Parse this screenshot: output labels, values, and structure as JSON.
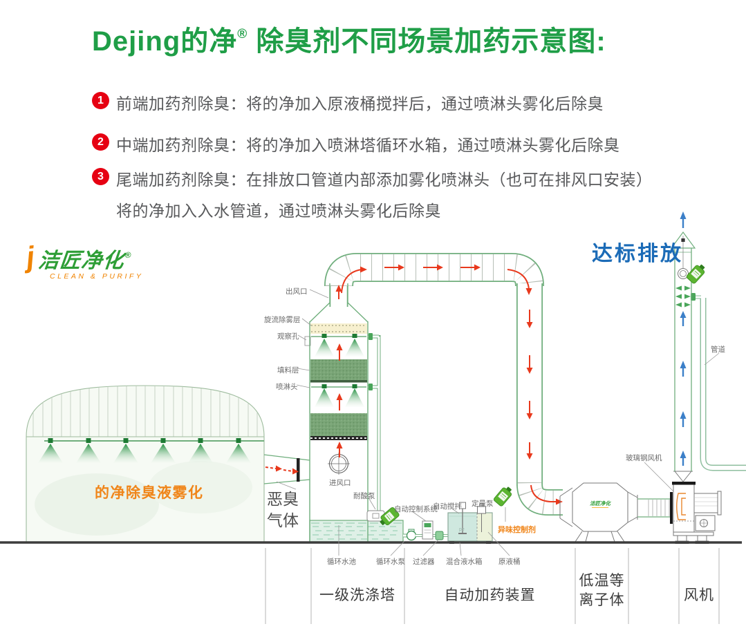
{
  "page": {
    "title_brand": "Dejing的净",
    "title_reg": "®",
    "title_rest": " 除臭剂不同场景加药示意图:"
  },
  "bullets": [
    {
      "num": "1",
      "text": "前端加药剂除臭：将的净加入原液桶搅拌后，通过喷淋头雾化后除臭"
    },
    {
      "num": "2",
      "text": "中端加药剂除臭：将的净加入喷淋塔循环水箱，通过喷淋头雾化后除臭"
    },
    {
      "num": "3",
      "text": "尾端加药剂除臭：在排放口管道内部添加雾化喷淋头（也可在排风口安装）",
      "text2": "将的净加入入水管道，通过喷淋头雾化后除臭"
    }
  ],
  "logo": {
    "mark": "j",
    "name": "洁匠净化",
    "reg": "®",
    "tagline": "CLEAN & PURIFY"
  },
  "banner": {
    "emission": "达标排放"
  },
  "greenhouse": {
    "caption": "的净除臭液雾化",
    "gas": "恶臭气体"
  },
  "tower": {
    "outlet": "出风口",
    "demister": "旋流除雾层",
    "porthole": "观察孔",
    "packing": "填料层",
    "spray": "喷淋头",
    "inlet": "进风口"
  },
  "dosing": {
    "acid_pump": "耐酸泵",
    "control": "自动控制系统",
    "stirrer": "自动搅拌",
    "metering": "定量泵",
    "agent": "异味控制剂",
    "pool": "循环水池",
    "pump": "循环水泵",
    "filter": "过滤器",
    "tank": "混合液水箱",
    "barrel": "原液桶",
    "tank_mark": "pe"
  },
  "right": {
    "fan_label": "玻璃钢风机",
    "pipe": "管道",
    "device_logo": "洁匠净化"
  },
  "sections": {
    "tower": "一级洗涤塔",
    "dosing": "自动加药装置",
    "plasma": "低温等\n离子体",
    "fan": "风机"
  },
  "colors": {
    "brand_green": "#1f9e47",
    "alert_red": "#e60012",
    "text_gray": "#58595b",
    "emission_blue": "#1b6bb7",
    "accent_orange": "#f08519",
    "line_green": "#6fae7c"
  }
}
